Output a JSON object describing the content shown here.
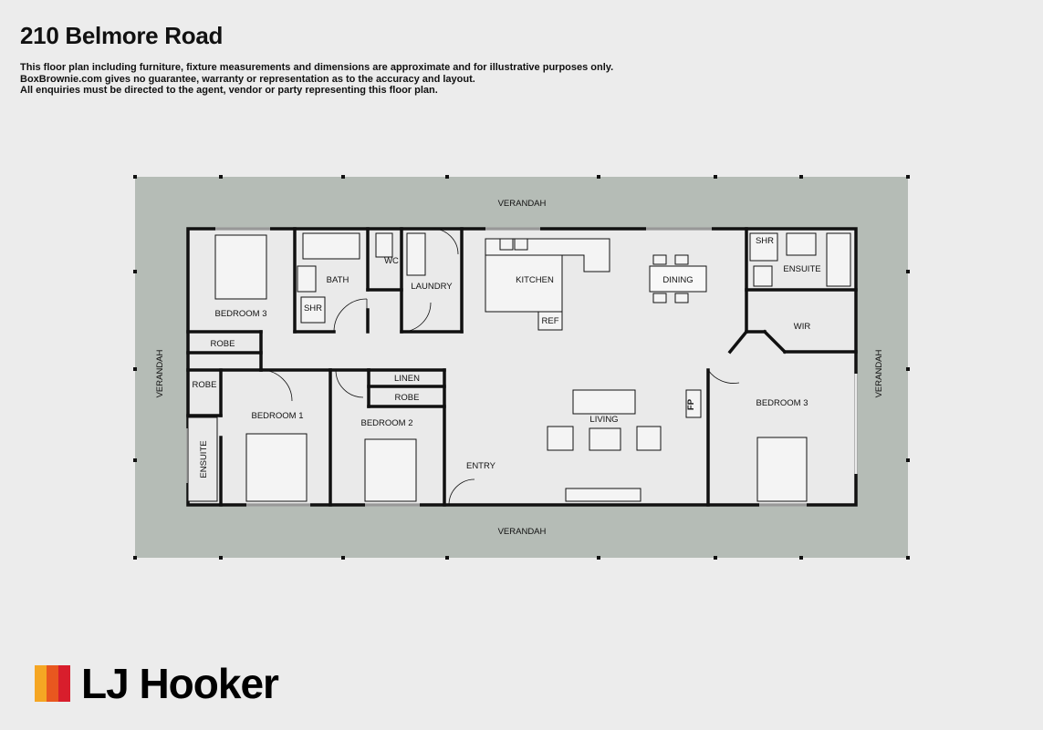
{
  "header": {
    "title": "210 Belmore Road",
    "disclaimer": [
      "This floor plan including furniture, fixture measurements and dimensions are approximate and for illustrative purposes only.",
      "BoxBrownie.com gives no guarantee, warranty or representation as to the accuracy and layout.",
      "All enquiries must be directed to the agent, vendor or party representing this floor plan."
    ]
  },
  "rooms": {
    "verandah_top": "VERANDAH",
    "verandah_bottom": "VERANDAH",
    "verandah_left": "VERANDAH",
    "verandah_right": "VERANDAH",
    "bedroom3_left": "BEDROOM 3",
    "robe_left_top": "ROBE",
    "robe_left": "ROBE",
    "ensuite_left": "ENSUITE",
    "bedroom1": "BEDROOM 1",
    "bedroom2": "BEDROOM 2",
    "bath": "BATH",
    "shr_bath": "SHR",
    "wc": "WC",
    "laundry": "LAUNDRY",
    "linen": "LINEN",
    "robe_bed2": "ROBE",
    "kitchen": "KITCHEN",
    "ref": "REF",
    "dining": "DINING",
    "living": "LIVING",
    "entry": "ENTRY",
    "fp": "FP",
    "shr_ensuite": "SHR",
    "ensuite_right": "ENSUITE",
    "wir": "WIR",
    "bedroom3_right": "BEDROOM 3"
  },
  "colors": {
    "verandah": "#b5bcb6",
    "interior": "#eaeaea",
    "wall": "#111111",
    "logo_bars": [
      "#f5a623",
      "#e8571f",
      "#d81e2c"
    ]
  },
  "brand": {
    "name": "LJ Hooker"
  }
}
